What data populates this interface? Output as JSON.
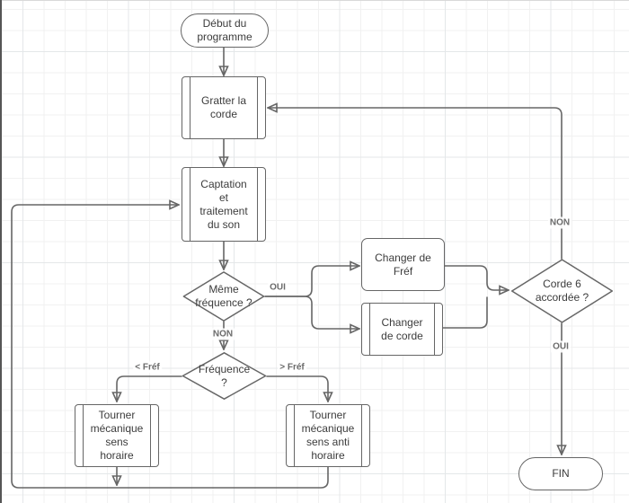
{
  "diagram": {
    "nodes": {
      "start": {
        "label": "Début du\nprogramme",
        "shape": "terminator"
      },
      "gratter": {
        "label": "Gratter la\ncorde",
        "shape": "predefined-process"
      },
      "captation": {
        "label": "Captation\net\ntraitement\ndu son",
        "shape": "predefined-process"
      },
      "meme_frequence": {
        "label": "Même\nfréquence ?",
        "shape": "decision"
      },
      "changer_fref": {
        "label": "Changer de\nFréf",
        "shape": "process"
      },
      "changer_corde": {
        "label": "Changer\nde corde",
        "shape": "predefined-process"
      },
      "corde6": {
        "label": "Corde 6\naccordée ?",
        "shape": "decision"
      },
      "frequence": {
        "label": "Fréquence\n?",
        "shape": "decision"
      },
      "tourner_horaire": {
        "label": "Tourner\nmécanique\nsens\nhoraire",
        "shape": "predefined-process"
      },
      "tourner_anti": {
        "label": "Tourner\nmécanique\nsens anti\nhoraire",
        "shape": "predefined-process"
      },
      "fin": {
        "label": "FIN",
        "shape": "terminator"
      }
    },
    "edge_labels": {
      "meme_oui": "OUI",
      "meme_non": "NON",
      "freq_lt": "< Fréf",
      "freq_gt": "> Fréf",
      "corde6_non": "NON",
      "corde6_oui": "OUI"
    },
    "colors": {
      "stroke": "#666666",
      "node_fill": "#ffffff",
      "node_text": "#3c3c3c",
      "edge_label_text": "#6b6b6b",
      "grid_minor": "#f1f1f1",
      "grid_major": "#e4e7e9",
      "canvas_bg": "#ffffff"
    }
  }
}
